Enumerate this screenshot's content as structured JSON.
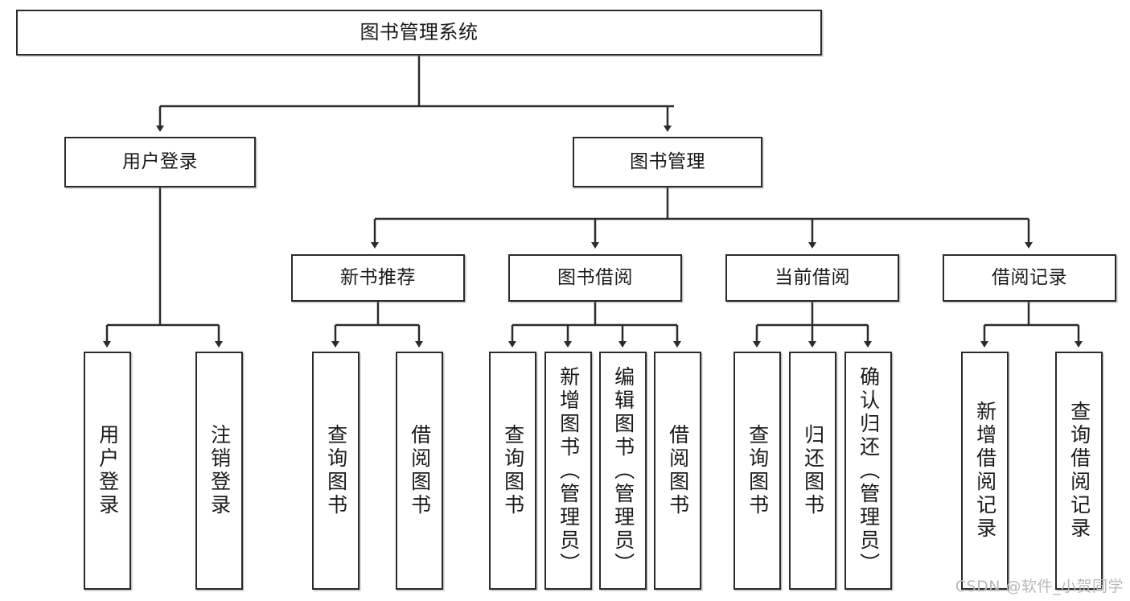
{
  "diagram": {
    "title": "图书管理系统",
    "type": "tree-hierarchy",
    "watermark": "CSDN @软件_小贺同学",
    "colors": {
      "box_border": "#2b2b2b",
      "box_fill": "#ffffff",
      "edge": "#2b2b2b",
      "text": "#1a1a1a",
      "watermark": "#b9b9b9"
    },
    "root": {
      "label": "图书管理系统"
    },
    "level2": [
      {
        "label": "用户登录"
      },
      {
        "label": "图书管理"
      }
    ],
    "level3": [
      {
        "label": "新书推荐"
      },
      {
        "label": "图书借阅"
      },
      {
        "label": "当前借阅"
      },
      {
        "label": "借阅记录"
      }
    ],
    "leaves": {
      "user_login": [
        {
          "label": "用户登录"
        },
        {
          "label": "注销登录"
        }
      ],
      "new_book_recommend": [
        {
          "label": "查询图书"
        },
        {
          "label": "借阅图书"
        }
      ],
      "book_borrow": [
        {
          "label": "查询图书"
        },
        {
          "label": "新增图书（管理员）"
        },
        {
          "label": "编辑图书（管理员）"
        },
        {
          "label": "借阅图书"
        }
      ],
      "current_borrow": [
        {
          "label": "查询图书"
        },
        {
          "label": "归还图书"
        },
        {
          "label": "确认归还（管理员）"
        }
      ],
      "borrow_record": [
        {
          "label": "新增借阅记录"
        },
        {
          "label": "查询借阅记录"
        }
      ]
    }
  }
}
